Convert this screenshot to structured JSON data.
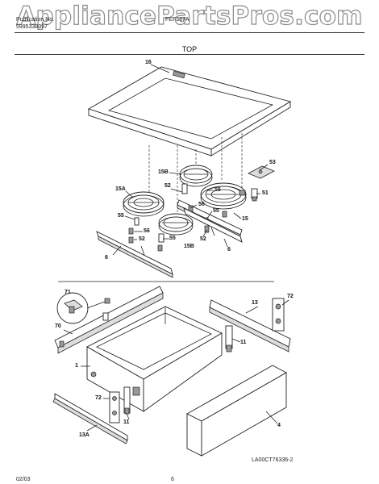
{
  "watermark": "AppliancePartsPros.com",
  "header": {
    "publication_label": "Publication No.",
    "publication_number": "5995338397",
    "model": "FEF357A"
  },
  "section_title": "TOP",
  "callouts": [
    "16",
    "53",
    "15B",
    "52",
    "15A",
    "56",
    "55",
    "51",
    "55",
    "15",
    "55",
    "56",
    "55",
    "52",
    "52",
    "15B",
    "6",
    "6",
    "71",
    "72",
    "70",
    "13",
    "1",
    "11",
    "72",
    "11",
    "4",
    "13A"
  ],
  "figure_code": "LA00CT76336-2",
  "footer": {
    "date": "02/03",
    "page": "6"
  }
}
